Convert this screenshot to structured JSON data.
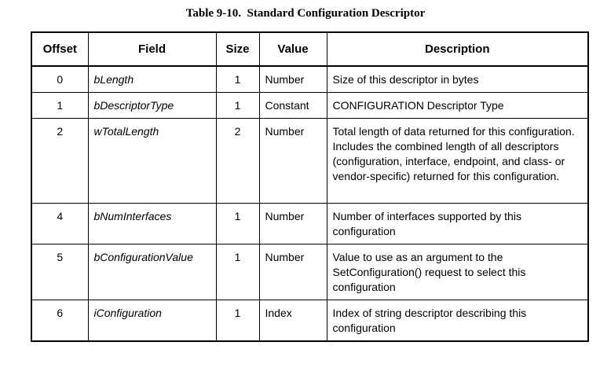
{
  "caption": "Table 9-10.  Standard Configuration Descriptor",
  "headers": {
    "offset": "Offset",
    "field": "Field",
    "size": "Size",
    "value": "Value",
    "description": "Description"
  },
  "rows": [
    {
      "offset": "0",
      "field": "bLength",
      "size": "1",
      "value": "Number",
      "description": "Size of this descriptor in bytes"
    },
    {
      "offset": "1",
      "field": "bDescriptorType",
      "size": "1",
      "value": "Constant",
      "description": "CONFIGURATION Descriptor Type"
    },
    {
      "offset": "2",
      "field": "wTotalLength",
      "size": "2",
      "value": "Number",
      "description": "Total length of data returned for this configuration.  Includes the combined length of all descriptors (configuration, interface, endpoint, and class- or vendor-specific) returned for this configuration."
    },
    {
      "offset": "4",
      "field": "bNumInterfaces",
      "size": "1",
      "value": "Number",
      "description": "Number of interfaces supported by this configuration"
    },
    {
      "offset": "5",
      "field": "bConfigurationValue",
      "size": "1",
      "value": "Number",
      "description": "Value to use as an argument to the SetConfiguration() request to select this configuration"
    },
    {
      "offset": "6",
      "field": "iConfiguration",
      "size": "1",
      "value": "Index",
      "description": "Index of string descriptor describing this configuration"
    }
  ]
}
